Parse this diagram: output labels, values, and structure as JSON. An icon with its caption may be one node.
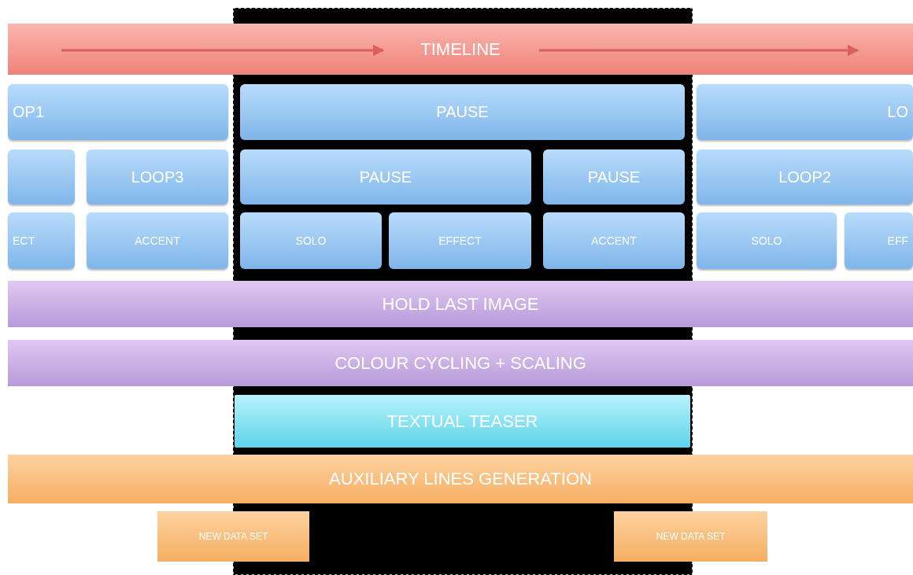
{
  "diagram": {
    "nodes": [
      {
        "text": [
          "TIMELINE"
        ]
      },
      {
        "text": [
          "OP1"
        ]
      },
      {
        "text": [
          "PAUSE"
        ]
      },
      {
        "text": [
          "LO"
        ]
      },
      {
        "text": [],
        "shape": "box"
      },
      {
        "text": [
          "LOOP3"
        ]
      },
      {
        "text": [
          "PAUSE"
        ]
      },
      {
        "text": [
          "PAUSE"
        ]
      },
      {
        "text": [
          "LOOP2"
        ]
      },
      {
        "text": [
          "ECT"
        ]
      },
      {
        "text": [
          "ACCENT"
        ]
      },
      {
        "text": [
          "SOLO"
        ]
      },
      {
        "text": [
          "EFFECT"
        ]
      },
      {
        "text": [
          "ACCENT"
        ]
      },
      {
        "text": [
          "SOLO"
        ]
      },
      {
        "text": [
          "EFF"
        ]
      },
      {
        "text": [
          "HOLD LAST IMAGE"
        ]
      },
      {
        "text": [
          "COLOUR CYCLING + SCALING"
        ]
      },
      {
        "text": [
          "TEXTUAL TEASER"
        ]
      },
      {
        "text": [
          "AUXILIARY LINES GENERATION"
        ]
      },
      {
        "text": [
          "NEW DATA SET"
        ]
      },
      {
        "text": [
          "NEW DATA SET"
        ]
      }
    ]
  }
}
